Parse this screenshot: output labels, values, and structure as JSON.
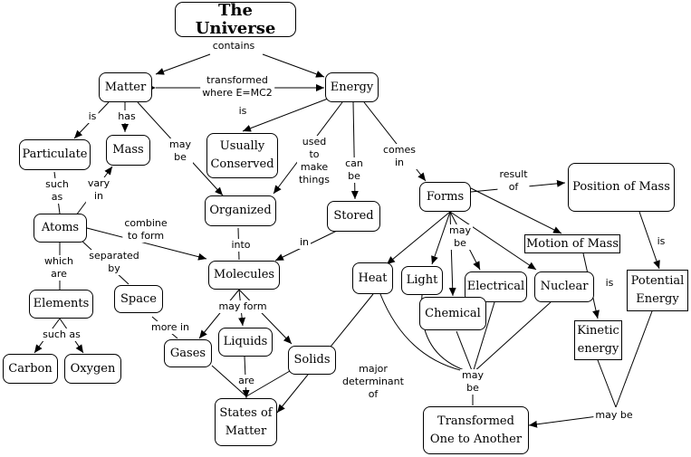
{
  "nodes": {
    "universe": "The Universe",
    "matter": "Matter",
    "energy": "Energy",
    "particulate": "Particulate",
    "mass": "Mass",
    "usually_conserved": "Usually\nConserved",
    "organized": "Organized",
    "stored": "Stored",
    "forms": "Forms",
    "position_of_mass": "Position of Mass",
    "atoms": "Atoms",
    "molecules": "Molecules",
    "motion_of_mass": "Motion of Mass",
    "elements": "Elements",
    "space": "Space",
    "potential_energy": "Potential\nEnergy",
    "heat": "Heat",
    "light": "Light",
    "electrical": "Electrical",
    "nuclear": "Nuclear",
    "chemical": "Chemical",
    "kinetic_energy": "Kinetic\nenergy",
    "carbon": "Carbon",
    "oxygen": "Oxygen",
    "gases": "Gases",
    "liquids": "Liquids",
    "solids": "Solids",
    "states_of_matter": "States of\nMatter",
    "transformed": "Transformed\nOne to Another"
  },
  "links": {
    "contains": "contains",
    "transformed_where": "transformed\nwhere E=MC2",
    "is_matter_particulate": "is",
    "has": "has",
    "is_conserved": "is",
    "may_be_organized": "may\nbe",
    "used_to_make_things": "used\nto\nmake\nthings",
    "can_be": "can\nbe",
    "comes_in": "comes\nin",
    "result_of": "result\nof",
    "such_as_atoms": "such\nas",
    "vary_in": "vary\nin",
    "combine_to_form": "combine\nto form",
    "into": "into",
    "in": "in",
    "may_be_forms": "may\nbe",
    "is_potential": "is",
    "which_are": "which\nare",
    "separated_by": "separated\nby",
    "is_kinetic": "is",
    "may_form": "may form",
    "such_as_elements": "such as",
    "more_in": "more in",
    "major_determinant": "major\ndeterminant\nof",
    "may_be_transformed": "may\nbe",
    "are": "are",
    "may_be_kinetic": "may be"
  }
}
